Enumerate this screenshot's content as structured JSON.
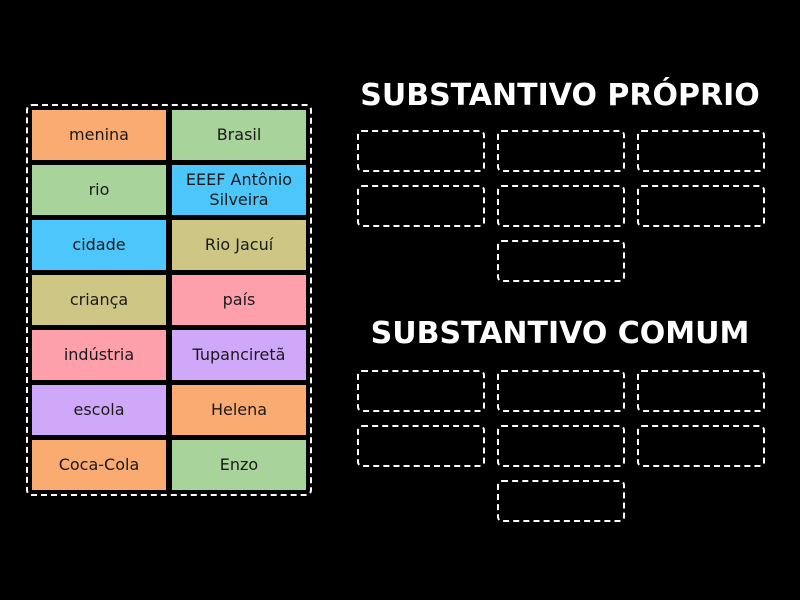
{
  "colors": {
    "orange": "#f9ab72",
    "green": "#a8d39b",
    "blue": "#4dc6fc",
    "olive": "#cdc685",
    "pink": "#fda0ab",
    "purple": "#d0a8fa"
  },
  "bank": {
    "tiles": [
      {
        "label": "menina",
        "color": "#f9ab72"
      },
      {
        "label": "Brasil",
        "color": "#a8d39b"
      },
      {
        "label": "rio",
        "color": "#a8d39b"
      },
      {
        "label": "EEEF Antônio Silveira",
        "color": "#4dc6fc"
      },
      {
        "label": "cidade",
        "color": "#4dc6fc"
      },
      {
        "label": "Rio Jacuí",
        "color": "#cdc685"
      },
      {
        "label": "criança",
        "color": "#cdc685"
      },
      {
        "label": "país",
        "color": "#fda0ab"
      },
      {
        "label": "indústria",
        "color": "#fda0ab"
      },
      {
        "label": "Tupanciretã",
        "color": "#d0a8fa"
      },
      {
        "label": "escola",
        "color": "#d0a8fa"
      },
      {
        "label": "Helena",
        "color": "#f9ab72"
      },
      {
        "label": "Coca-Cola",
        "color": "#f9ab72"
      },
      {
        "label": "Enzo",
        "color": "#a8d39b"
      }
    ]
  },
  "groups": [
    {
      "title": "SUBSTANTIVO PRÓPRIO",
      "slots": 7
    },
    {
      "title": "SUBSTANTIVO COMUM",
      "slots": 7
    }
  ]
}
